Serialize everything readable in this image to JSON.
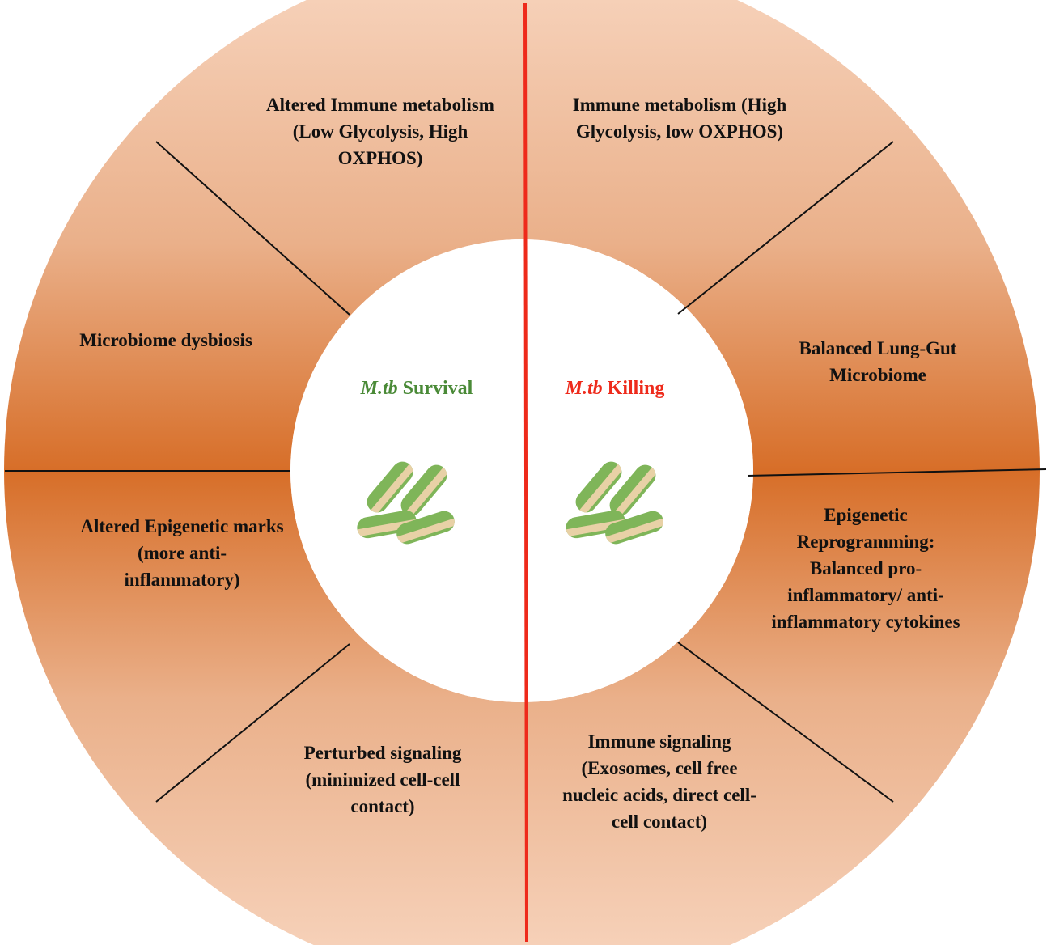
{
  "colors": {
    "ring_edge": "#f7d3bc",
    "ring_mid": "#d9702a",
    "divider": "#111111",
    "center_line": "#ee2a1b",
    "survival_text": "#4a8a37",
    "killing_text": "#ee2a1b",
    "bacilli_green": "#7fb559",
    "bacilli_band": "#e8d1a6"
  },
  "center": {
    "left": {
      "organism": "M.tb",
      "label": "Survival"
    },
    "right": {
      "organism": "M.tb",
      "label": "Killing"
    },
    "icons": [
      "bacilli-icon",
      "bacilli-icon"
    ]
  },
  "segments": {
    "left": [
      {
        "lines": [
          "Altered Immune metabolism",
          "(Low Glycolysis, High",
          "OXPHOS)"
        ]
      },
      {
        "lines": [
          "Microbiome dysbiosis"
        ]
      },
      {
        "lines": [
          "Altered Epigenetic marks",
          "(more anti-",
          "inflammatory)"
        ]
      },
      {
        "lines": [
          "Perturbed signaling",
          "(minimized cell-cell",
          "contact)"
        ]
      }
    ],
    "right": [
      {
        "lines": [
          "Immune metabolism (High",
          "Glycolysis, low OXPHOS)"
        ]
      },
      {
        "lines": [
          "Balanced Lung-Gut",
          "Microbiome"
        ]
      },
      {
        "lines": [
          "Epigenetic",
          "Reprogramming:",
          "Balanced pro-",
          "inflammatory/ anti-",
          "inflammatory cytokines"
        ]
      },
      {
        "lines": [
          "Immune signaling",
          "(Exosomes, cell free",
          "nucleic acids, direct cell-",
          "cell contact)"
        ]
      }
    ]
  }
}
